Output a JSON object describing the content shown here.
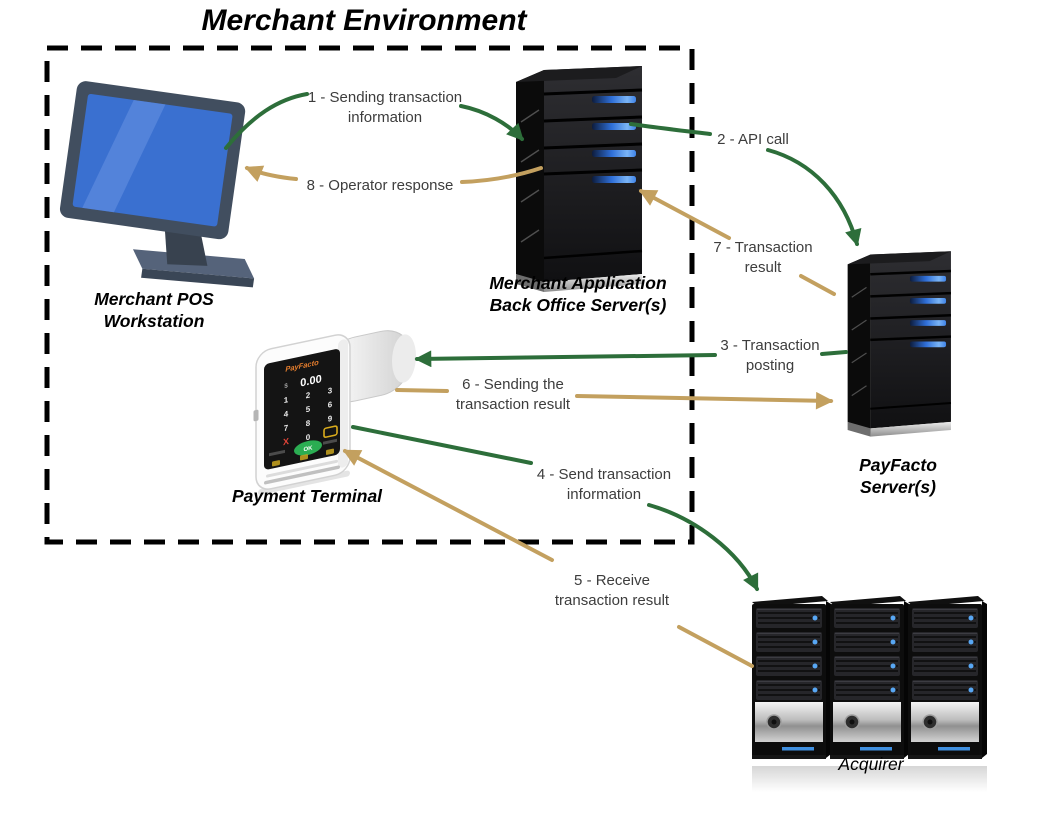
{
  "title": "Merchant Environment",
  "colors": {
    "request_arrow_green": "#2d6e3a",
    "response_arrow_tan": "#c3a05f",
    "monitor_screen_blue": "#3a70d0",
    "server_led_blue": "#4a90e8",
    "terminal_brand_orange": "#e87f2e",
    "terminal_ok_green": "#2bad52",
    "boundary_border": "#000000"
  },
  "nodes": {
    "pos_workstation": {
      "label": "Merchant POS\nWorkstation"
    },
    "back_office_server": {
      "label": "Merchant Application\nBack Office Server(s)"
    },
    "payment_terminal": {
      "label": "Payment Terminal",
      "screen": {
        "brand": "PayFacto",
        "currency": "$",
        "amount": "0.00",
        "keys": [
          "1",
          "2",
          "3",
          "4",
          "5",
          "6",
          "7",
          "8",
          "9"
        ],
        "zero_key": "0",
        "cancel_key": "X",
        "ok_label": "OK"
      }
    },
    "payfacto_server": {
      "label": "PayFacto Server(s)"
    },
    "acquirer": {
      "label": "Acquirer"
    }
  },
  "flows": [
    {
      "number": "1",
      "label": "1 - Sending transaction\ninformation",
      "from": "Merchant POS Workstation",
      "to": "Merchant Application Back Office Server(s)",
      "color": "green"
    },
    {
      "number": "2",
      "label": "2 - API call",
      "from": "Merchant Application Back Office Server(s)",
      "to": "PayFacto Server(s)",
      "color": "green"
    },
    {
      "number": "3",
      "label": "3 - Transaction\nposting",
      "from": "PayFacto Server(s)",
      "to": "Payment Terminal",
      "color": "green"
    },
    {
      "number": "4",
      "label": "4 - Send transaction\ninformation",
      "from": "Payment Terminal",
      "to": "Acquirer",
      "color": "green"
    },
    {
      "number": "5",
      "label": "5 - Receive\ntransaction result",
      "from": "Acquirer",
      "to": "Payment Terminal",
      "color": "tan"
    },
    {
      "number": "6",
      "label": "6 - Sending the\ntransaction result",
      "from": "Payment Terminal",
      "to": "PayFacto Server(s)",
      "color": "tan"
    },
    {
      "number": "7",
      "label": "7 - Transaction\nresult",
      "from": "PayFacto Server(s)",
      "to": "Merchant Application Back Office Server(s)",
      "color": "tan"
    },
    {
      "number": "8",
      "label": "8 - Operator response",
      "from": "Merchant Application Back Office Server(s)",
      "to": "Merchant POS Workstation",
      "color": "tan"
    }
  ]
}
